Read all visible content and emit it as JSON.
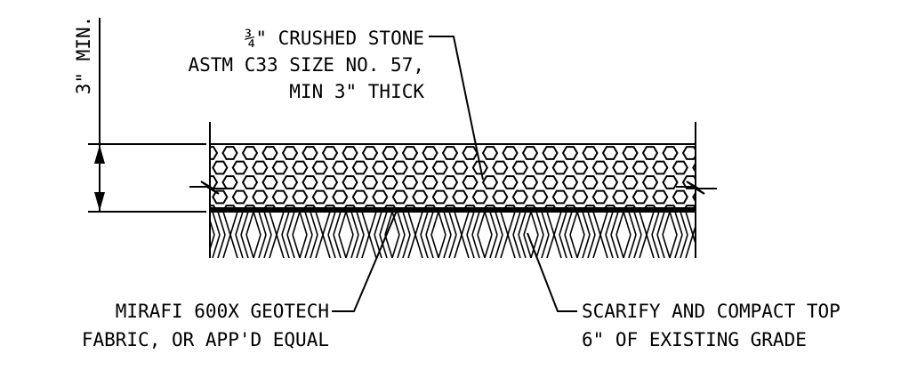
{
  "dimension": {
    "label": "3\" MIN."
  },
  "labels": {
    "stone": {
      "line1": "¾\" CRUSHED STONE",
      "line2": "ASTM C33 SIZE NO. 57,",
      "line3": "MIN 3\" THICK"
    },
    "fabric": {
      "line1": "MIRAFI 600X GEOTECH",
      "line2": "FABRIC, OR APP'D EQUAL"
    },
    "subgrade": {
      "line1": "SCARIFY AND COMPACT TOP",
      "line2": "6\" OF EXISTING GRADE"
    }
  },
  "colors": {
    "ink": "#000000",
    "paper": "#ffffff"
  }
}
